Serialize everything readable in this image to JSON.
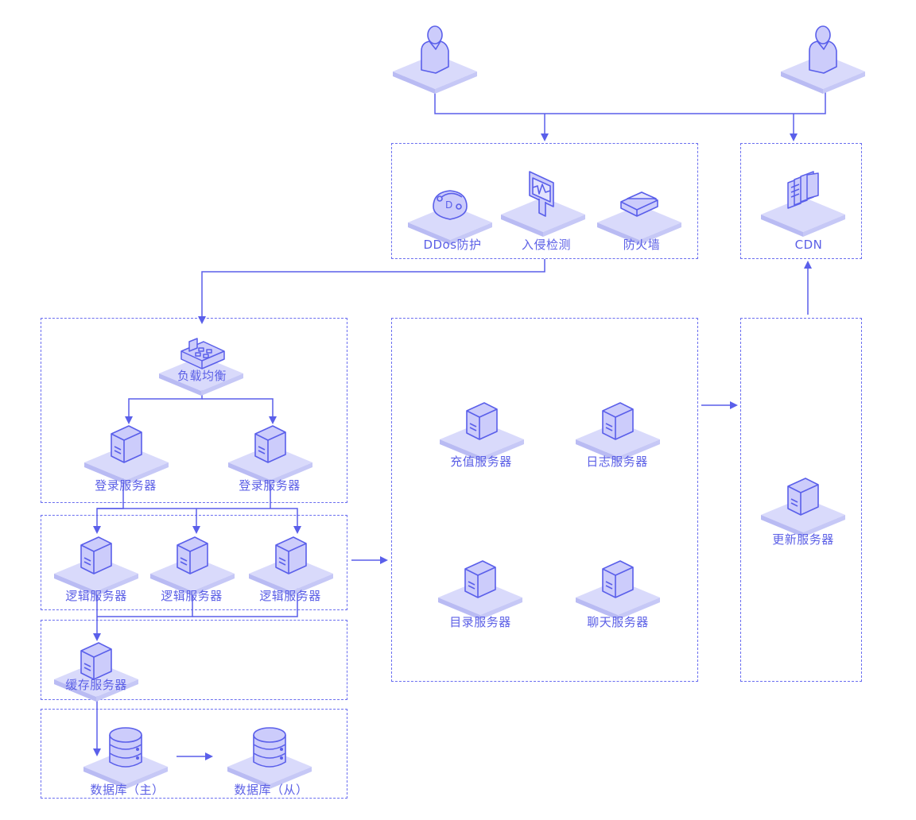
{
  "colors": {
    "accent": "#5b5fe6",
    "line": "#5a5fea",
    "tile": "#d9dafb",
    "tile_side": "#b9bbf3",
    "icon_fill": "#ccccfb"
  },
  "nodes": {
    "user1": {
      "icon": "user-icon"
    },
    "user2": {
      "icon": "user-icon"
    },
    "ddos": {
      "label": "DDos防护",
      "icon": "shield-icon"
    },
    "ids": {
      "label": "入侵检测",
      "icon": "monitor-icon"
    },
    "firewall": {
      "label": "防火墙",
      "icon": "firewall-icon"
    },
    "cdn": {
      "label": "CDN",
      "icon": "cdn-icon"
    },
    "lb": {
      "label": "负载均衡",
      "icon": "load-balancer-icon"
    },
    "login1": {
      "label": "登录服务器",
      "icon": "server-icon"
    },
    "login2": {
      "label": "登录服务器",
      "icon": "server-icon"
    },
    "logic1": {
      "label": "逻辑服务器",
      "icon": "server-icon"
    },
    "logic2": {
      "label": "逻辑服务器",
      "icon": "server-icon"
    },
    "logic3": {
      "label": "逻辑服务器",
      "icon": "server-icon"
    },
    "cache": {
      "label": "缓存服务器",
      "icon": "server-icon"
    },
    "db_master": {
      "label": "数据库（主）",
      "icon": "database-icon"
    },
    "db_slave": {
      "label": "数据库（从）",
      "icon": "database-icon"
    },
    "recharge": {
      "label": "充值服务器",
      "icon": "server-icon"
    },
    "log": {
      "label": "日志服务器",
      "icon": "server-icon"
    },
    "directory": {
      "label": "目录服务器",
      "icon": "server-icon"
    },
    "chat": {
      "label": "聊天服务器",
      "icon": "server-icon"
    },
    "update": {
      "label": "更新服务器",
      "icon": "server-icon"
    }
  }
}
